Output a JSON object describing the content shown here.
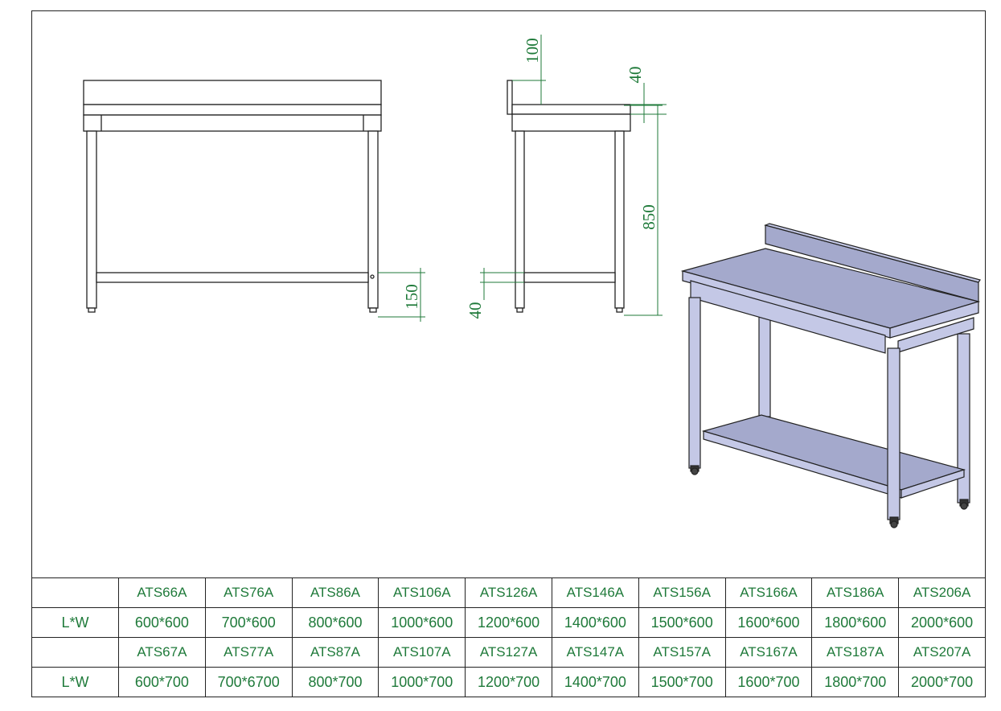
{
  "dimensions": {
    "backsplash_height": "100",
    "top_thickness": "40",
    "table_height": "850",
    "shelf_height": "150",
    "shelf_thickness": "40"
  },
  "spec_table": {
    "row_label": "L*W",
    "rows": [
      {
        "models": [
          "ATS66A",
          "ATS76A",
          "ATS86A",
          "ATS106A",
          "ATS126A",
          "ATS146A",
          "ATS156A",
          "ATS166A",
          "ATS186A",
          "ATS206A"
        ],
        "sizes": [
          "600*600",
          "700*600",
          "800*600",
          "1000*600",
          "1200*600",
          "1400*600",
          "1500*600",
          "1600*600",
          "1800*600",
          "2000*600"
        ]
      },
      {
        "models": [
          "ATS67A",
          "ATS77A",
          "ATS87A",
          "ATS107A",
          "ATS127A",
          "ATS147A",
          "ATS157A",
          "ATS167A",
          "ATS187A",
          "ATS207A"
        ],
        "sizes": [
          "600*700",
          "700*6700",
          "800*700",
          "1000*700",
          "1200*700",
          "1400*700",
          "1500*700",
          "1600*700",
          "1800*700",
          "2000*700"
        ]
      }
    ]
  },
  "colors": {
    "line": "#222222",
    "dimension": "#1f7a3a",
    "surface": "#a4a9cc",
    "surface_light": "#c4c8e6"
  }
}
